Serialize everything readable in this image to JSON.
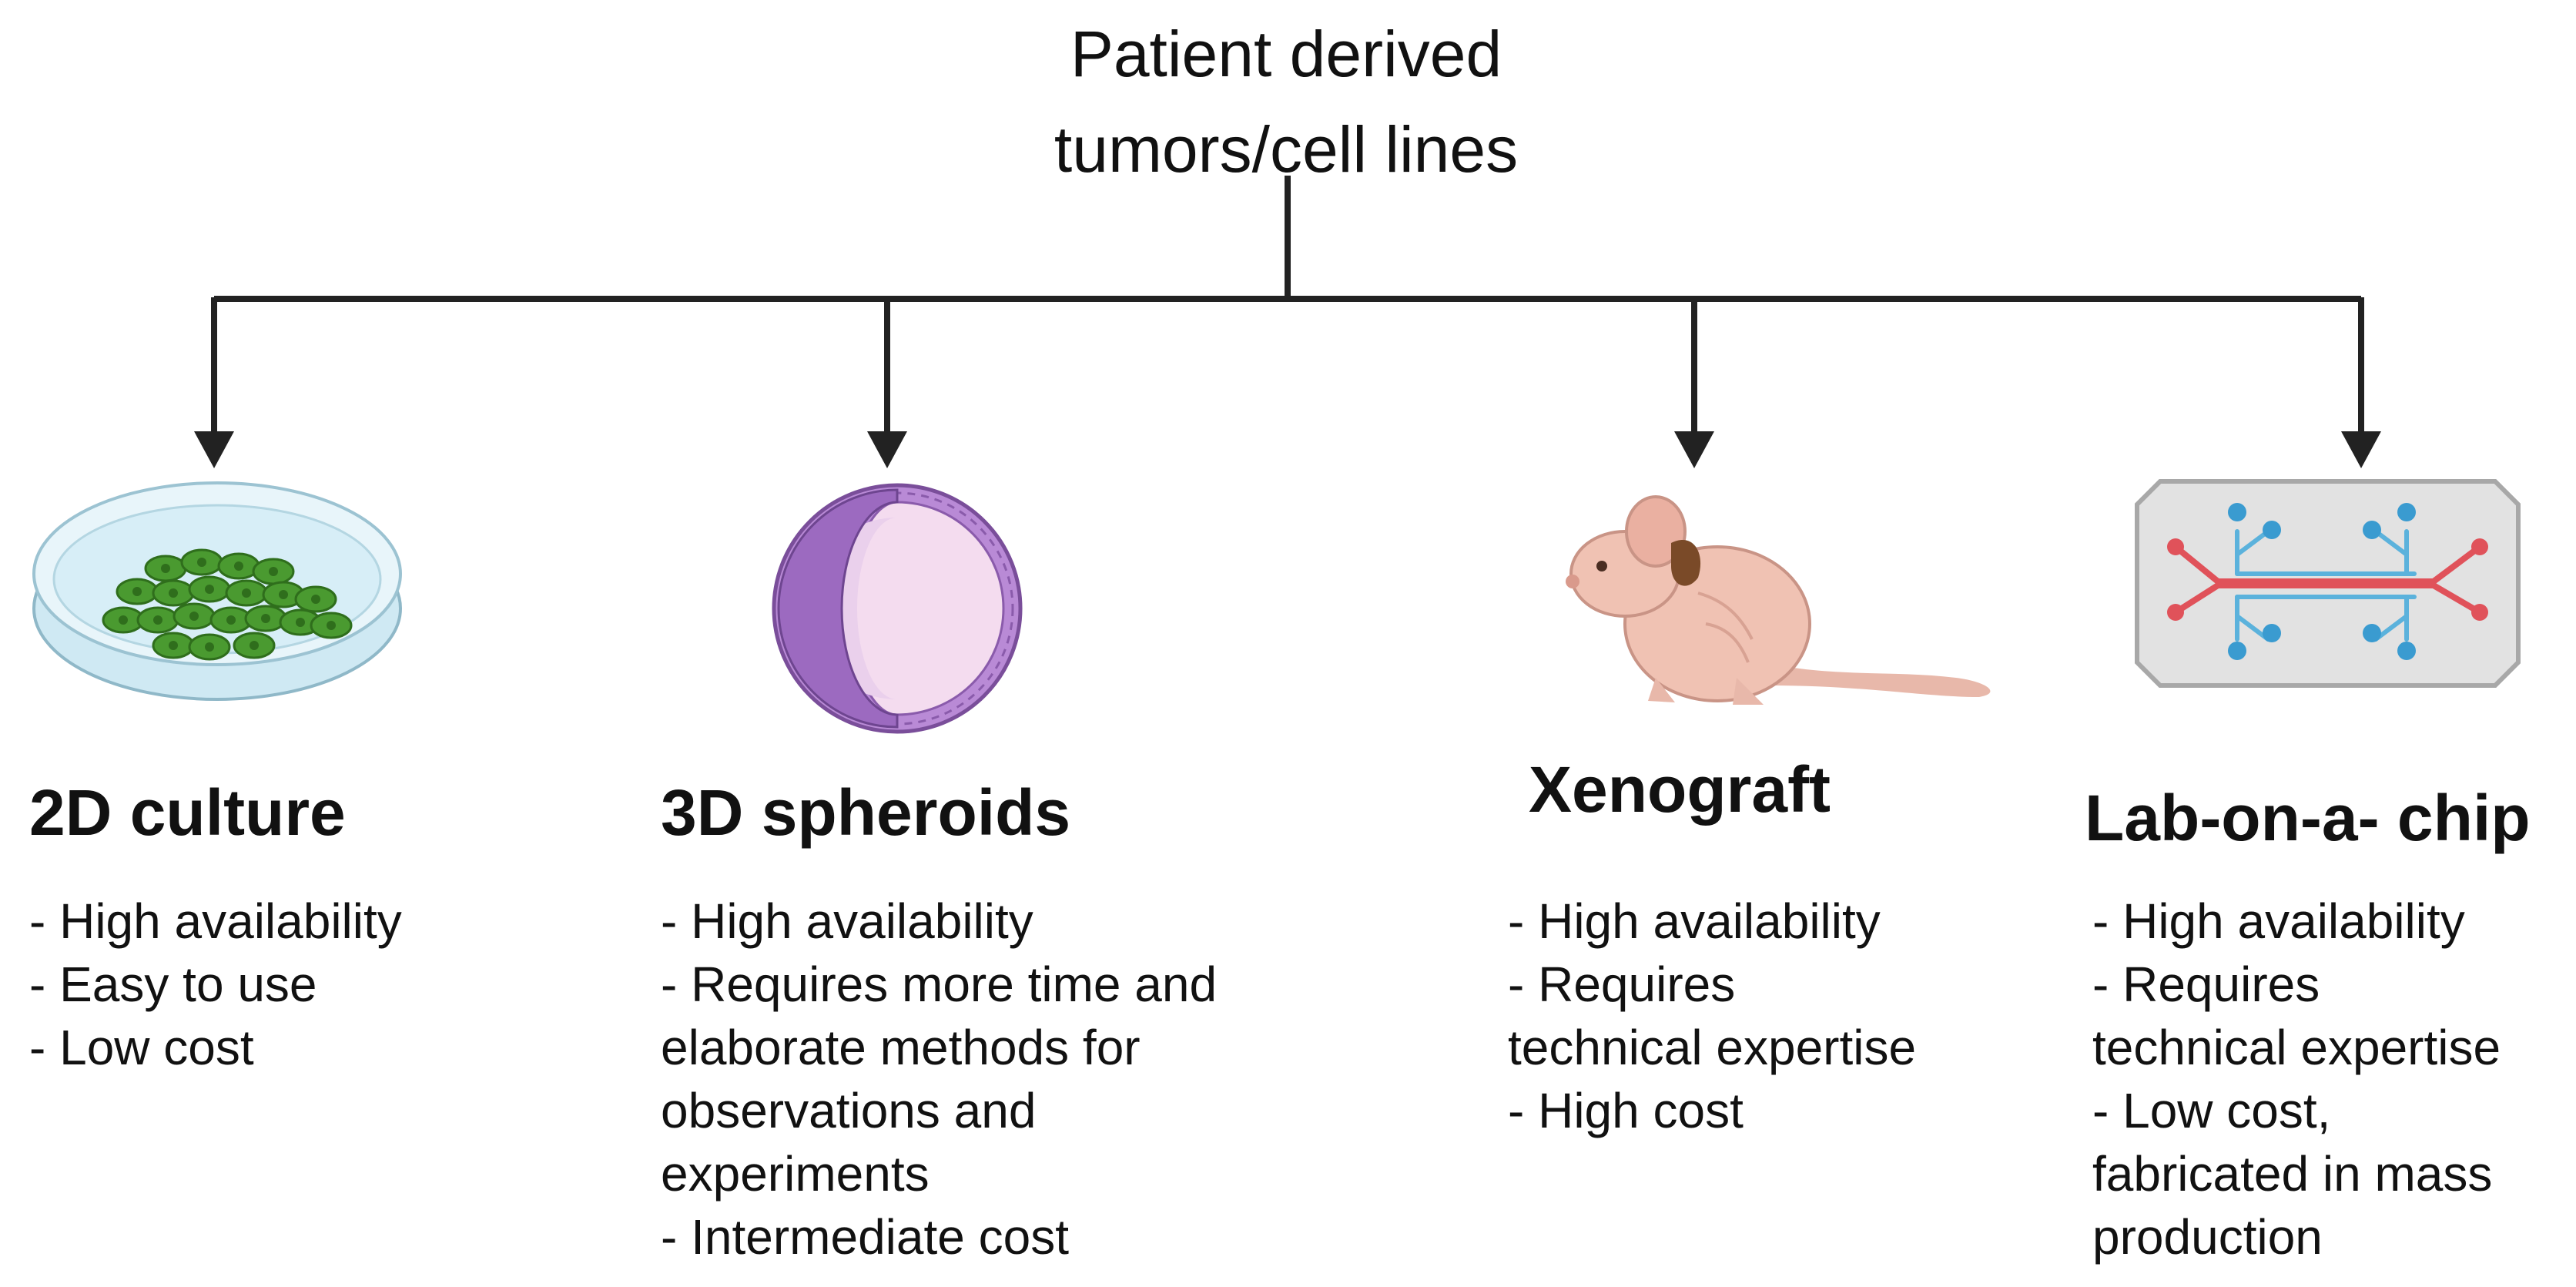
{
  "root": {
    "line1": "Patient derived",
    "line2": "tumors/cell lines"
  },
  "models": [
    {
      "name": "2D culture",
      "icon": "petri-dish-icon",
      "points": [
        "- High availability",
        "- Easy to use",
        "- Low cost"
      ]
    },
    {
      "name": "3D spheroids",
      "icon": "spheroid-icon",
      "points": [
        "- High availability",
        "- Requires more time and",
        "elaborate methods for",
        "observations and",
        "experiments",
        "- Intermediate cost"
      ]
    },
    {
      "name": "Xenograft",
      "icon": "nude-mouse-icon",
      "points": [
        "- High availability",
        "- Requires",
        "technical expertise",
        "- High cost"
      ]
    },
    {
      "name": "Lab-on-a- chip",
      "icon": "microfluidic-chip-icon",
      "points": [
        "- High availability",
        "- Requires",
        "technical expertise",
        "- Low cost,",
        "fabricated in mass",
        "production"
      ]
    }
  ],
  "colors": {
    "arrow": "#222222",
    "cells": "#3f8f2a",
    "spheroid": "#a06fc0",
    "mouse": "#e6b3a8",
    "chip_red": "#e0525a",
    "chip_blue": "#3a9bd0"
  }
}
